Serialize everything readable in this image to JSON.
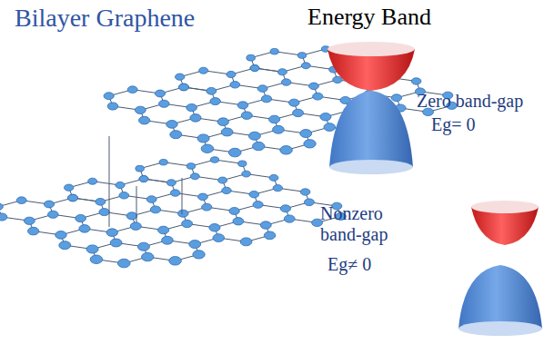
{
  "diagram": {
    "title": "Bilayer Graphene",
    "labels": [
      "Energy Band",
      "Zero band-gap",
      "Eg= 0",
      "Nonzero band-gap",
      "Eg≠ 0"
    ]
  }
}
